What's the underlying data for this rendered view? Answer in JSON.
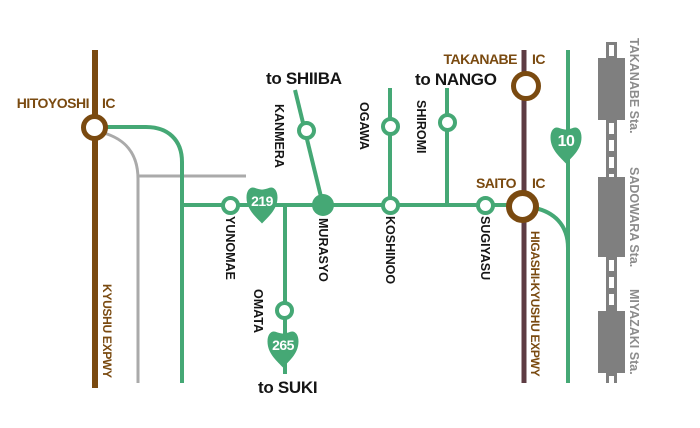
{
  "interchanges": {
    "hitoyoshi": {
      "name": "HITOYOSHI",
      "suffix": "IC"
    },
    "takanabe": {
      "name": "TAKANABE",
      "suffix": "IC"
    },
    "saito": {
      "name": "SAITO",
      "suffix": "IC"
    }
  },
  "expressways": {
    "kyushu": {
      "label": "KYUSHU EXPWY"
    },
    "higashi_kyushu": {
      "label": "HIGASHI-KYUSHU EXPWY"
    }
  },
  "roadside_stations": {
    "yunomae": {
      "label": "YUNOMAE"
    },
    "murasyo": {
      "label": "MURASYO"
    },
    "koshinoo": {
      "label": "KOSHINOO"
    },
    "sugiyasu": {
      "label": "SUGIYASU"
    },
    "kanmera": {
      "label": "KANMERA"
    },
    "ogawa": {
      "label": "OGAWA"
    },
    "shiromi": {
      "label": "SHIROMI"
    },
    "omata": {
      "label": "OMATA"
    }
  },
  "destinations": {
    "shiiba": {
      "label": "to SHIIBA"
    },
    "nango": {
      "label": "to NANGO"
    },
    "suki": {
      "label": "to SUKI"
    }
  },
  "route_shields": {
    "r219": {
      "number": "219"
    },
    "r265": {
      "number": "265"
    },
    "r10": {
      "number": "10"
    }
  },
  "railway_stations": {
    "takanabe": {
      "label": "TAKANABE Sta."
    },
    "sadowara": {
      "label": "SADOWARA Sta."
    },
    "miyazaki": {
      "label": "MIYAZAKI Sta."
    }
  },
  "colors": {
    "road_green": "#45A875",
    "expwy_brown": "#7A4A10",
    "expwy_dark": "#5E3C43",
    "rail_gray": "#7F7F7F",
    "road_gray": "#AAAAAA",
    "rail_label_gray": "#8C8C8C"
  }
}
